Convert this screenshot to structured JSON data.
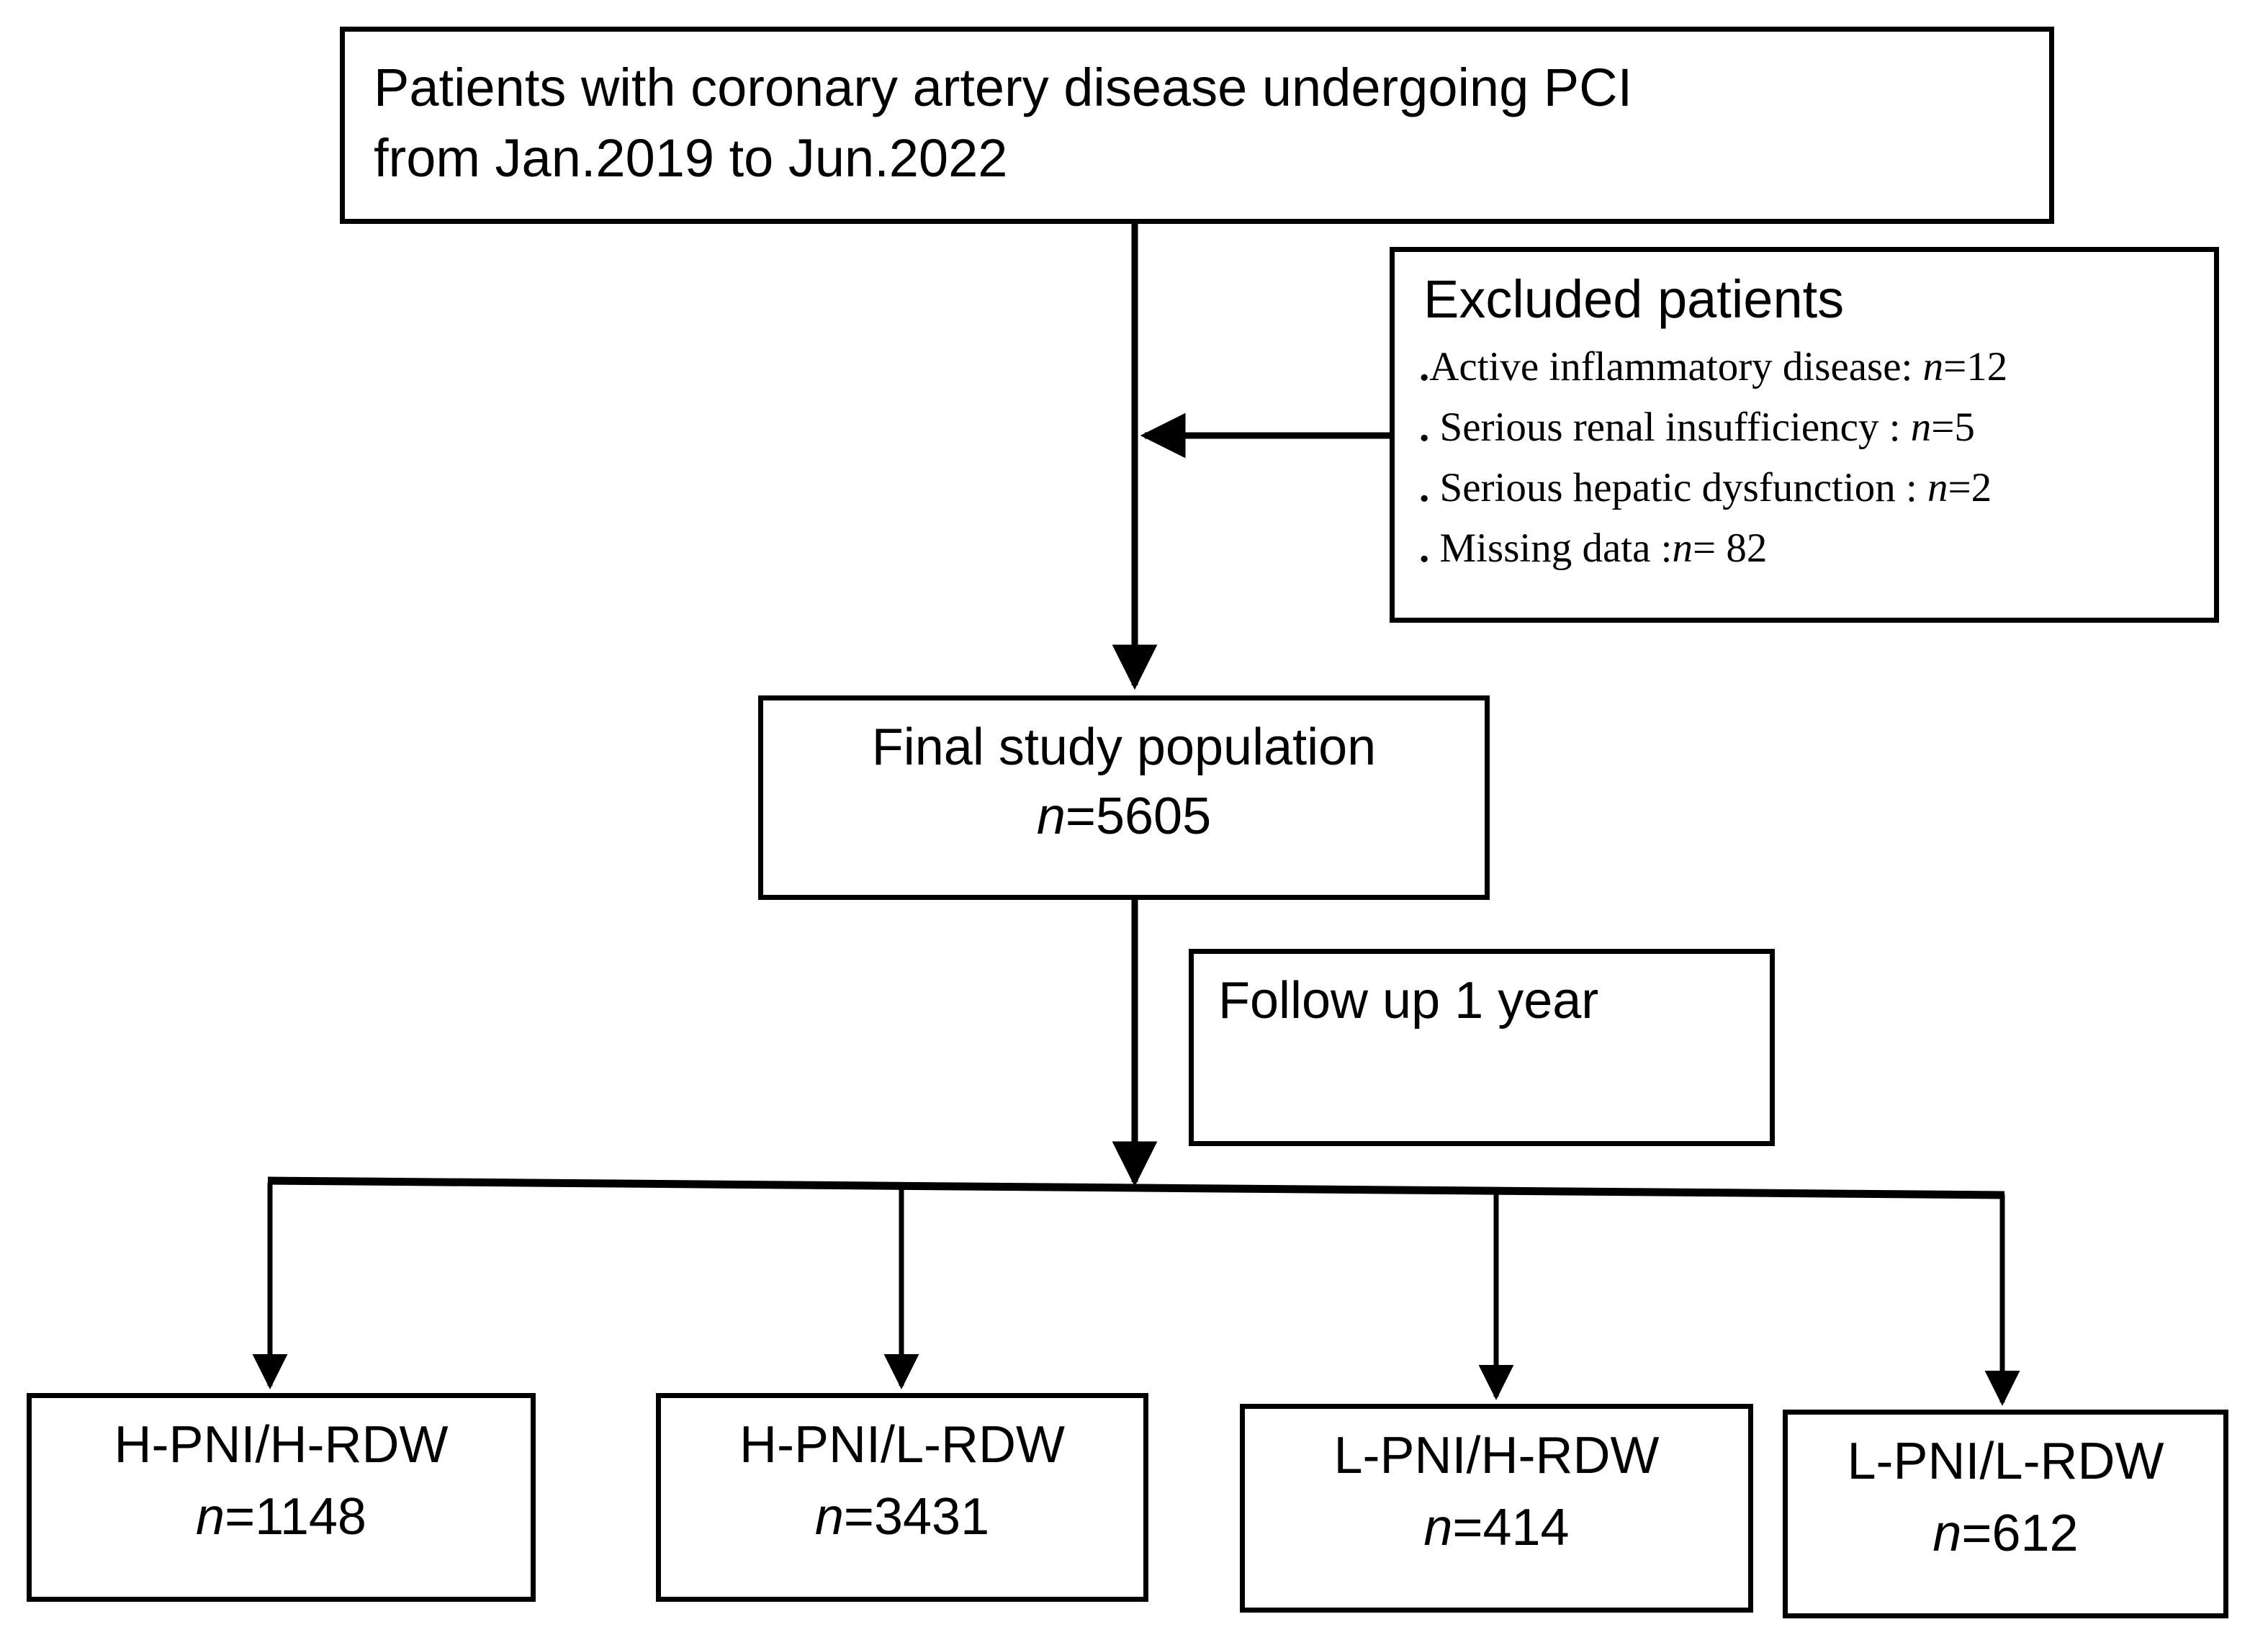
{
  "diagram": {
    "title_box": {
      "name": "patient-cohort-box",
      "line1": "Patients with coronary artery disease undergoing PCI",
      "line2": "from Jan.2019 to Jun.2022"
    },
    "excluded_box": {
      "name": "excluded-patients-box",
      "heading": "Excluded patients",
      "items": [
        {
          "bullet": ".",
          "label": "Active inflammatory disease: ",
          "n_symbol": "n",
          "value": "=12"
        },
        {
          "bullet": ". ",
          "label": "Serious renal insufficiency : ",
          "n_symbol": "n",
          "value": "=5"
        },
        {
          "bullet": ". ",
          "label": "Serious hepatic dysfunction : ",
          "n_symbol": "n",
          "value": "=2"
        },
        {
          "bullet": ". ",
          "label": "Missing data :",
          "n_symbol": "n",
          "value": "= 82"
        }
      ]
    },
    "final_box": {
      "name": "final-study-population-box",
      "line1": "Final study population",
      "n_symbol": "n",
      "value": "=5605"
    },
    "followup_box": {
      "name": "follow-up-box",
      "label": "Follow up 1 year"
    },
    "groups": [
      {
        "label": "H-PNI/H-RDW",
        "n_symbol": "n",
        "value": "=1148"
      },
      {
        "label": "H-PNI/L-RDW",
        "n_symbol": "n",
        "value": "=3431"
      },
      {
        "label": "L-PNI/H-RDW",
        "n_symbol": "n",
        "value": "=414"
      },
      {
        "label": "L-PNI/L-RDW",
        "n_symbol": "n",
        "value": "=612"
      }
    ],
    "colors": {
      "stroke": "#000000",
      "background": "#ffffff"
    }
  }
}
